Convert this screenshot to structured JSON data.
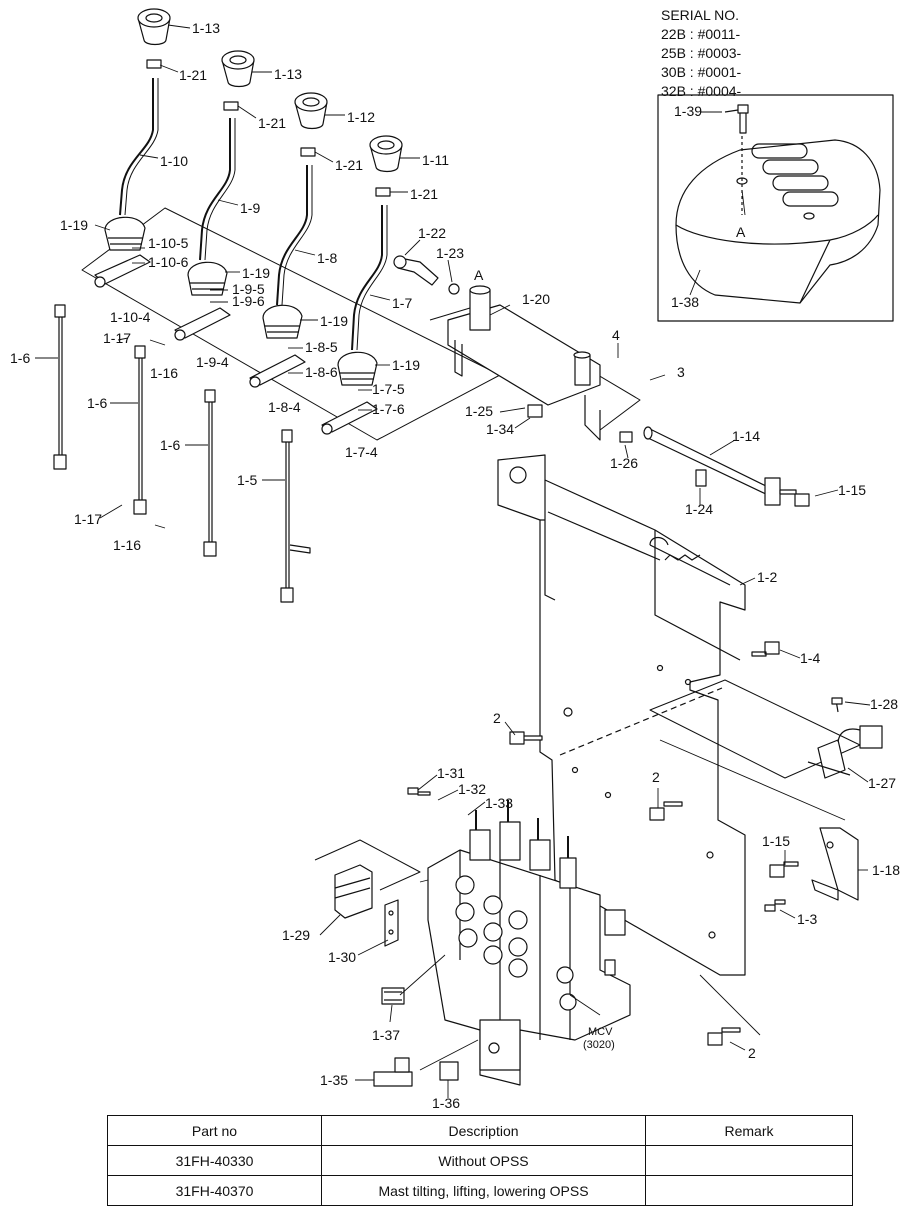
{
  "serial": {
    "title": "SERIAL NO.",
    "entries": [
      "22B : #0011-",
      "25B : #0003-",
      "30B : #0001-",
      "32B : #0004-"
    ]
  },
  "detail": {
    "callout_a": "A",
    "label_a": "A",
    "bolt": "1-39",
    "cover": "1-38"
  },
  "labels": {
    "knob_1_13a": "1-13",
    "knob_1_13b": "1-13",
    "knob_1_12": "1-12",
    "knob_1_11": "1-11",
    "nut_1_21a": "1-21",
    "nut_1_21b": "1-21",
    "nut_1_21c": "1-21",
    "nut_1_21d": "1-21",
    "lever_1_10": "1-10",
    "lever_1_9": "1-9",
    "lever_1_8": "1-8",
    "lever_1_7": "1-7",
    "boot_1_19a": "1-19",
    "boot_1_19b": "1-19",
    "boot_1_19c": "1-19",
    "boot_1_19d": "1-19",
    "p_1_10_5": "1-10-5",
    "p_1_10_6": "1-10-6",
    "p_1_10_4": "1-10-4",
    "p_1_9_5": "1-9-5",
    "p_1_9_6": "1-9-6",
    "p_1_9_4": "1-9-4",
    "p_1_8_5": "1-8-5",
    "p_1_8_6": "1-8-6",
    "p_1_8_4": "1-8-4",
    "p_1_7_5": "1-7-5",
    "p_1_7_6": "1-7-6",
    "p_1_7_4": "1-7-4",
    "rod_1_6a": "1-6",
    "rod_1_6b": "1-6",
    "rod_1_6c": "1-6",
    "rod_1_5": "1-5",
    "pin_1_17a": "1-17",
    "pin_1_17b": "1-17",
    "pin_1_16a": "1-16",
    "pin_1_16b": "1-16",
    "sw_1_22": "1-22",
    "wash_1_23": "1-23",
    "callout_a": "A",
    "bracket_1_20": "1-20",
    "p_4": "4",
    "p_3": "3",
    "p_1_25": "1-25",
    "p_1_34": "1-34",
    "p_1_26": "1-26",
    "shaft_1_14": "1-14",
    "bolt_1_15a": "1-15",
    "pin_1_24": "1-24",
    "plate_1_2": "1-2",
    "bolt_1_4": "1-4",
    "bolt_2a": "2",
    "bolt_2b": "2",
    "bolt_2c": "2",
    "screw_1_28": "1-28",
    "switch_1_27": "1-27",
    "bolt_1_31": "1-31",
    "p_1_32": "1-32",
    "p_1_33": "1-33",
    "bolt_1_15b": "1-15",
    "bracket_1_18": "1-18",
    "bolt_1_3": "1-3",
    "p_1_29": "1-29",
    "p_1_30": "1-30",
    "fit_1_37": "1-37",
    "tee_1_35": "1-35",
    "fit_1_36": "1-36",
    "mcv_name": "MCV",
    "mcv_code": "(3020)"
  },
  "table": {
    "headers": [
      "Part no",
      "Description",
      "Remark"
    ],
    "rows": [
      {
        "part_no": "31FH-40330",
        "description": "Without OPSS",
        "remark": ""
      },
      {
        "part_no": "31FH-40370",
        "description": "Mast tilting, lifting, lowering OPSS",
        "remark": ""
      }
    ]
  }
}
